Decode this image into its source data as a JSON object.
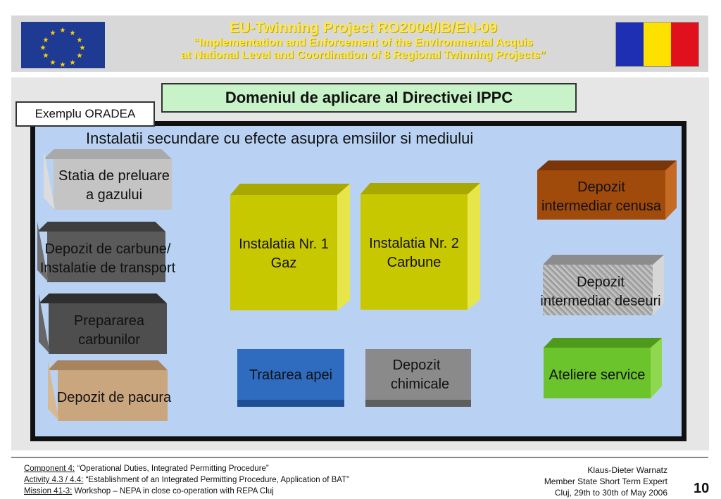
{
  "header": {
    "line1": "EU-Twinning  Project  RO2004/IB/EN-09",
    "line2": "“Implementation and Enforcement of the Environmental Acquis",
    "line3": "at National Level and Coordination of 8 Regional Twinning Projects”",
    "eu_flag": "eu-flag-icon",
    "ro_flag_colors": [
      "#1f2fb3",
      "#ffe100",
      "#e0101c"
    ]
  },
  "title": "Domeniul de aplicare al Directivei IPPC",
  "example": "Exemplu ORADEA",
  "frame_title": "Instalatii secundare cu efecte asupra emsiilor si mediului",
  "blocks": {
    "statia": [
      "Statia de preluare",
      "a gazului"
    ],
    "depozit_carbune": [
      "Depozit de carbune/",
      "Instalatie de transport"
    ],
    "prepararea": [
      "Prepararea",
      "carbunilor"
    ],
    "pacura": [
      "Depozit de pacura"
    ],
    "inst1": [
      "Instalatia Nr. 1",
      "Gaz"
    ],
    "inst2": [
      "Instalatia Nr. 2",
      "Carbune"
    ],
    "cenusa": [
      "Depozit",
      "intermediar cenusa"
    ],
    "deseuri": [
      "Depozit",
      "intermediar deseuri"
    ],
    "apa": [
      "Tratarea apei"
    ],
    "chimicale": [
      "Depozit",
      "chimicale"
    ],
    "ateliere": [
      "Ateliere service"
    ]
  },
  "colors": {
    "gas_station": "#c4c4c4",
    "coal_storage": "#5a5a5a",
    "coal_prep": "#4e4e4e",
    "fuel_oil": "#caa67e",
    "installation": "#c8c800",
    "ash": "#a04a0c",
    "waste": "#b3b3b3",
    "water": "#2f6cc0",
    "chemicals": "#8a8a8a",
    "service": "#6cc42c"
  },
  "footer": {
    "component_label": "Component 4:",
    "component_text": " “Operational Duties, Integrated Permitting Procedure”",
    "activity_label": "Activity 4.3 / 4.4:",
    "activity_text": " “Establishment of an Integrated Permitting Procedure, Application of BAT”",
    "mission_label": "Mission 41-3:",
    "mission_text": " Workshop – NEPA in close co-operation with REPA Cluj",
    "author": "Klaus-Dieter Warnatz",
    "role": "Member State Short Term Expert",
    "place_date": "Cluj, 29th to 30th of May 2006",
    "page": "10"
  }
}
